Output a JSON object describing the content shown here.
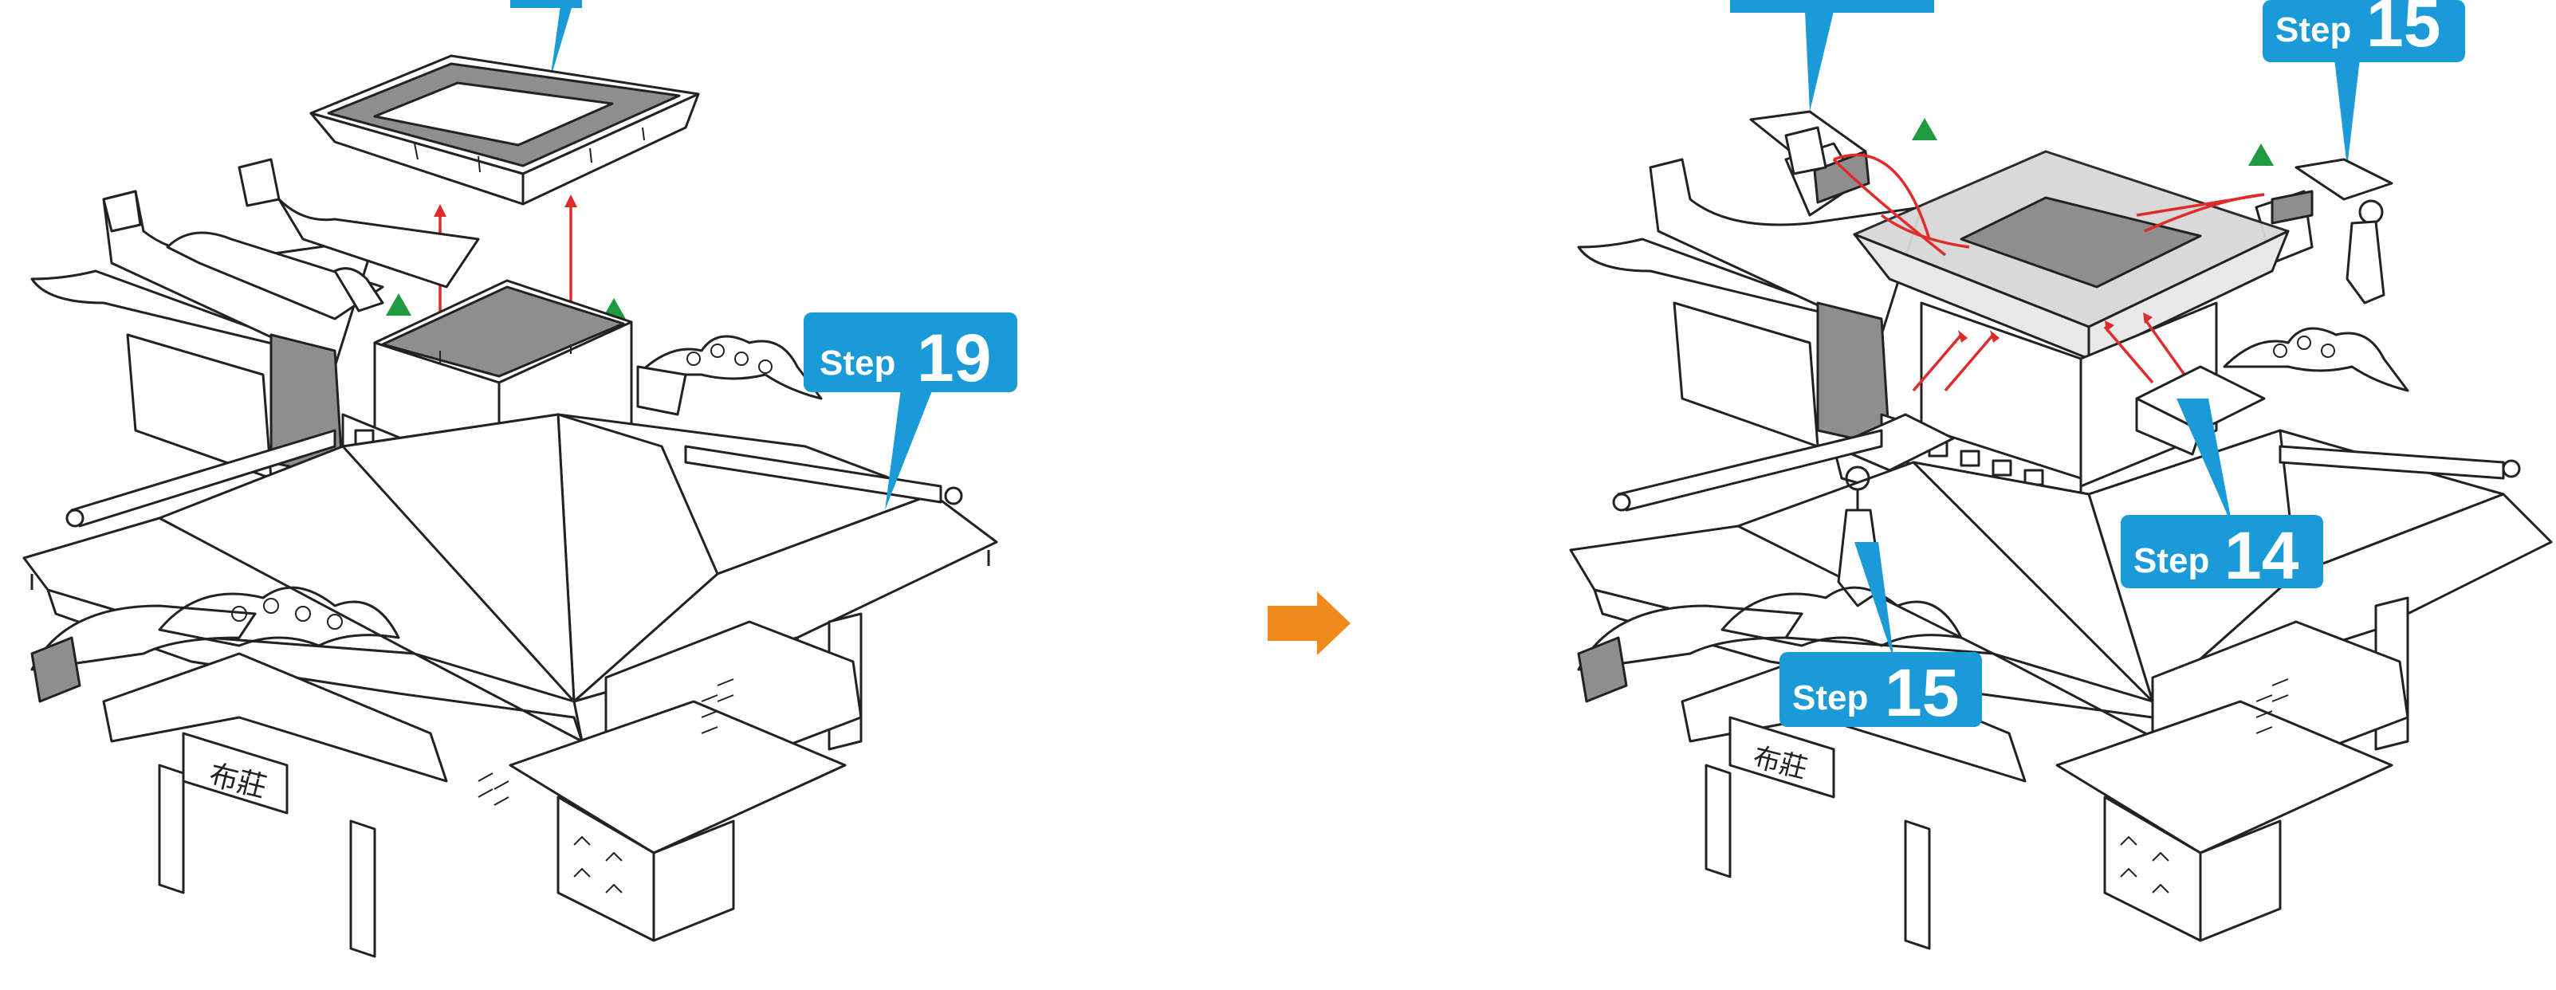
{
  "colors": {
    "callout": "#1a9ad6",
    "arrow_orange": "#f08a1c",
    "marker_green": "#1f9a3f",
    "guide_red": "#e02b2b",
    "line": "#222222",
    "shade": "#8e8e8e"
  },
  "left_panel": {
    "callout_main": {
      "word": "Step",
      "number": "19"
    },
    "callout_top": {
      "word": "",
      "number": ""
    }
  },
  "transition_icon": "right-arrow-icon",
  "right_panel": {
    "callout_top_left": {
      "word": "",
      "number": ""
    },
    "callout_top_right": {
      "word": "Step",
      "number": "15"
    },
    "callout_mid_right": {
      "word": "Step",
      "number": "14"
    },
    "callout_bottom_left": {
      "word": "Step",
      "number": "15"
    }
  },
  "sign_text": "布莊"
}
